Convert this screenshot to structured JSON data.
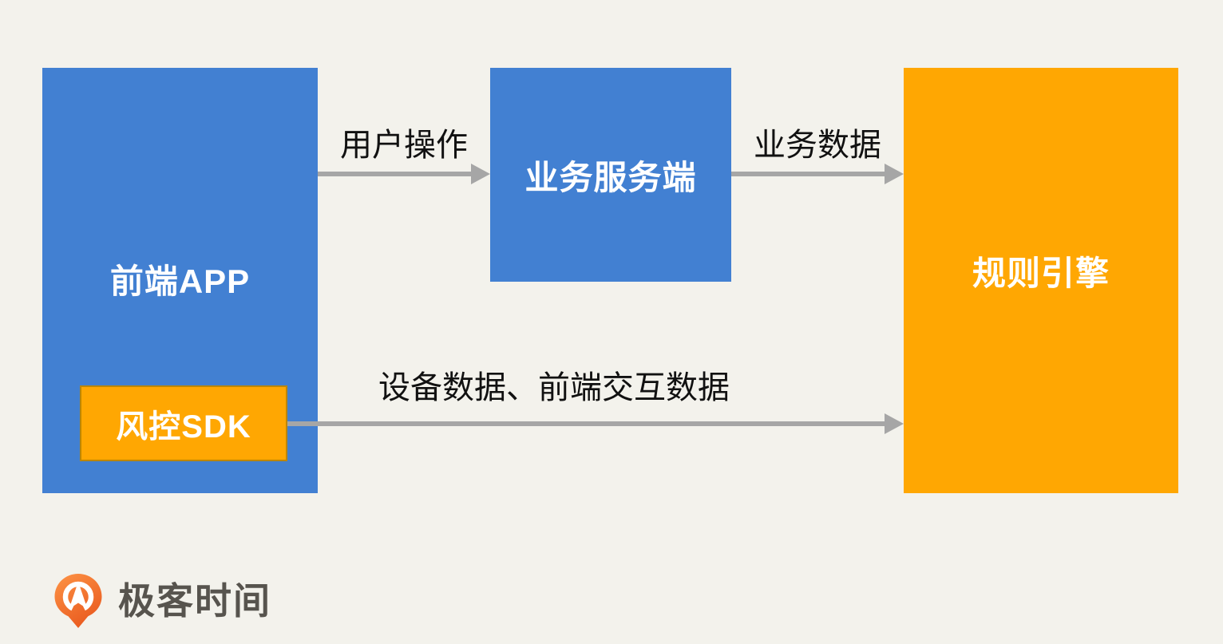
{
  "colors": {
    "bg": "#f3f2ec",
    "blue": "#4280d2",
    "orange": "#ffa702",
    "orange-border": "#bc8600",
    "arrow": "#a6a6a6",
    "edge-label": "#111111",
    "logo-text": "#57544e"
  },
  "nodes": {
    "frontend_app": {
      "label": "前端APP"
    },
    "risk_sdk": {
      "label": "风控SDK"
    },
    "business_server": {
      "label": "业务服务端"
    },
    "rule_engine": {
      "label": "规则引擎"
    }
  },
  "edges": {
    "user_action": {
      "label": "用户操作",
      "from": "前端APP",
      "to": "业务服务端"
    },
    "business_data": {
      "label": "业务数据",
      "from": "业务服务端",
      "to": "规则引擎"
    },
    "device_data": {
      "label": "设备数据、前端交互数据",
      "from": "风控SDK",
      "to": "规则引擎"
    }
  },
  "footer": {
    "brand": "极客时间"
  }
}
